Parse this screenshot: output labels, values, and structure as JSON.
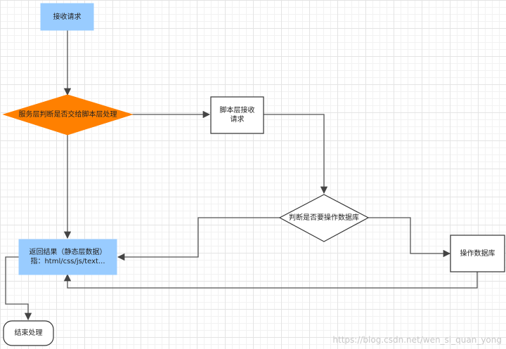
{
  "nodes": {
    "receive": "接收请求",
    "decide_script": "服务层判断是否交给脚本层处理",
    "script_receive": "脚本层接收请求",
    "decide_db": "判断是否要操作数据库",
    "operate_db": "操作数据库",
    "return_result_line1": "返回结果（静态层数据）",
    "return_result_line2": "指：html/css/js/text...",
    "end": "结束处理"
  },
  "watermark": "https://blog.csdn.net/wen_si_quan_yong",
  "colors": {
    "start_fill": "#99ccff",
    "decision_fill": "#ff8000",
    "return_fill": "#99ccff",
    "edge": "#555555"
  }
}
